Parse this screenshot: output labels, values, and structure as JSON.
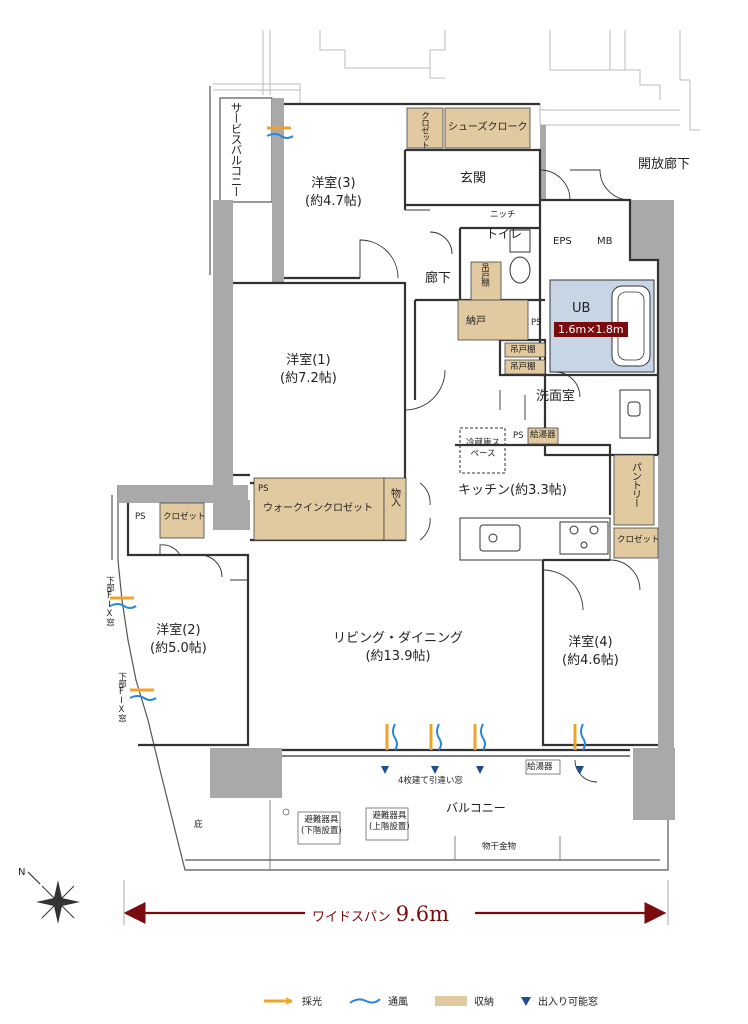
{
  "rooms": {
    "western3": {
      "name": "洋室(3)",
      "size": "(約4.7帖)"
    },
    "western1": {
      "name": "洋室(1)",
      "size": "(約7.2帖)"
    },
    "western2": {
      "name": "洋室(2)",
      "size": "(約5.0帖)"
    },
    "western4": {
      "name": "洋室(4)",
      "size": "(約4.6帖)"
    },
    "living": {
      "name": "リビング・ダイニング",
      "size": "(約13.9帖)"
    },
    "kitchen": {
      "name": "キッチン(約3.3帖)"
    },
    "entrance": "玄関",
    "corridor": "廊下",
    "toilet": "トイレ",
    "washroom": "洗面室",
    "open_corridor": "開放廊下",
    "balcony": "バルコニー",
    "service_balcony": "サービスバルコニー"
  },
  "storage": {
    "shoes_cloak": "シューズクローク",
    "closet_a": "クロゼット",
    "closet_b": "クロゼット",
    "closet_c": "クロゼット",
    "walkin": "ウォークインクロゼット",
    "nando": "納戸",
    "monoire": "物入",
    "pantry": "パントリー",
    "linen": "吊戸棚",
    "linen2": "吊戸棚",
    "wash_shelf": "吊戸棚",
    "water_heater": "給湯器"
  },
  "labels": {
    "niche": "ニッチ",
    "eps": "EPS",
    "mb": "MB",
    "ps1": "PS",
    "ps2": "PS",
    "ps3": "PS",
    "ps4": "PS",
    "fridge": "冷蔵庫スペース",
    "ub": "UB",
    "ub_size": "1.6m×1.8m",
    "fix_window1": "下部FIX窓",
    "fix_window2": "下部FIX窓",
    "sliding_window": "4枚建て引違い窓",
    "laundry_pole": "物干金物",
    "ac1": "避難器具\n(下階設置)",
    "ac2": "避難器具\n(上階設置)",
    "trunk": "庇",
    "outdoor": "給湯器",
    "north": "N",
    "width_label": "ワイドスパン",
    "width_value": "9.6m"
  },
  "legend": [
    {
      "label": "採光",
      "swatch": "daylight"
    },
    {
      "label": "通風",
      "swatch": "ventilation"
    },
    {
      "label": "収納",
      "swatch": "storage"
    },
    {
      "label": "出入り可能窓",
      "swatch": "door-window"
    }
  ],
  "colors": {
    "wall": "#a9a9a9",
    "storage": "#e2caa0",
    "ub": "#c7d5e5",
    "accent": "#7a0c10",
    "daylight": "#f0a32a",
    "ventilation": "#2a87d6",
    "window_marker": "#1d4e8f"
  }
}
